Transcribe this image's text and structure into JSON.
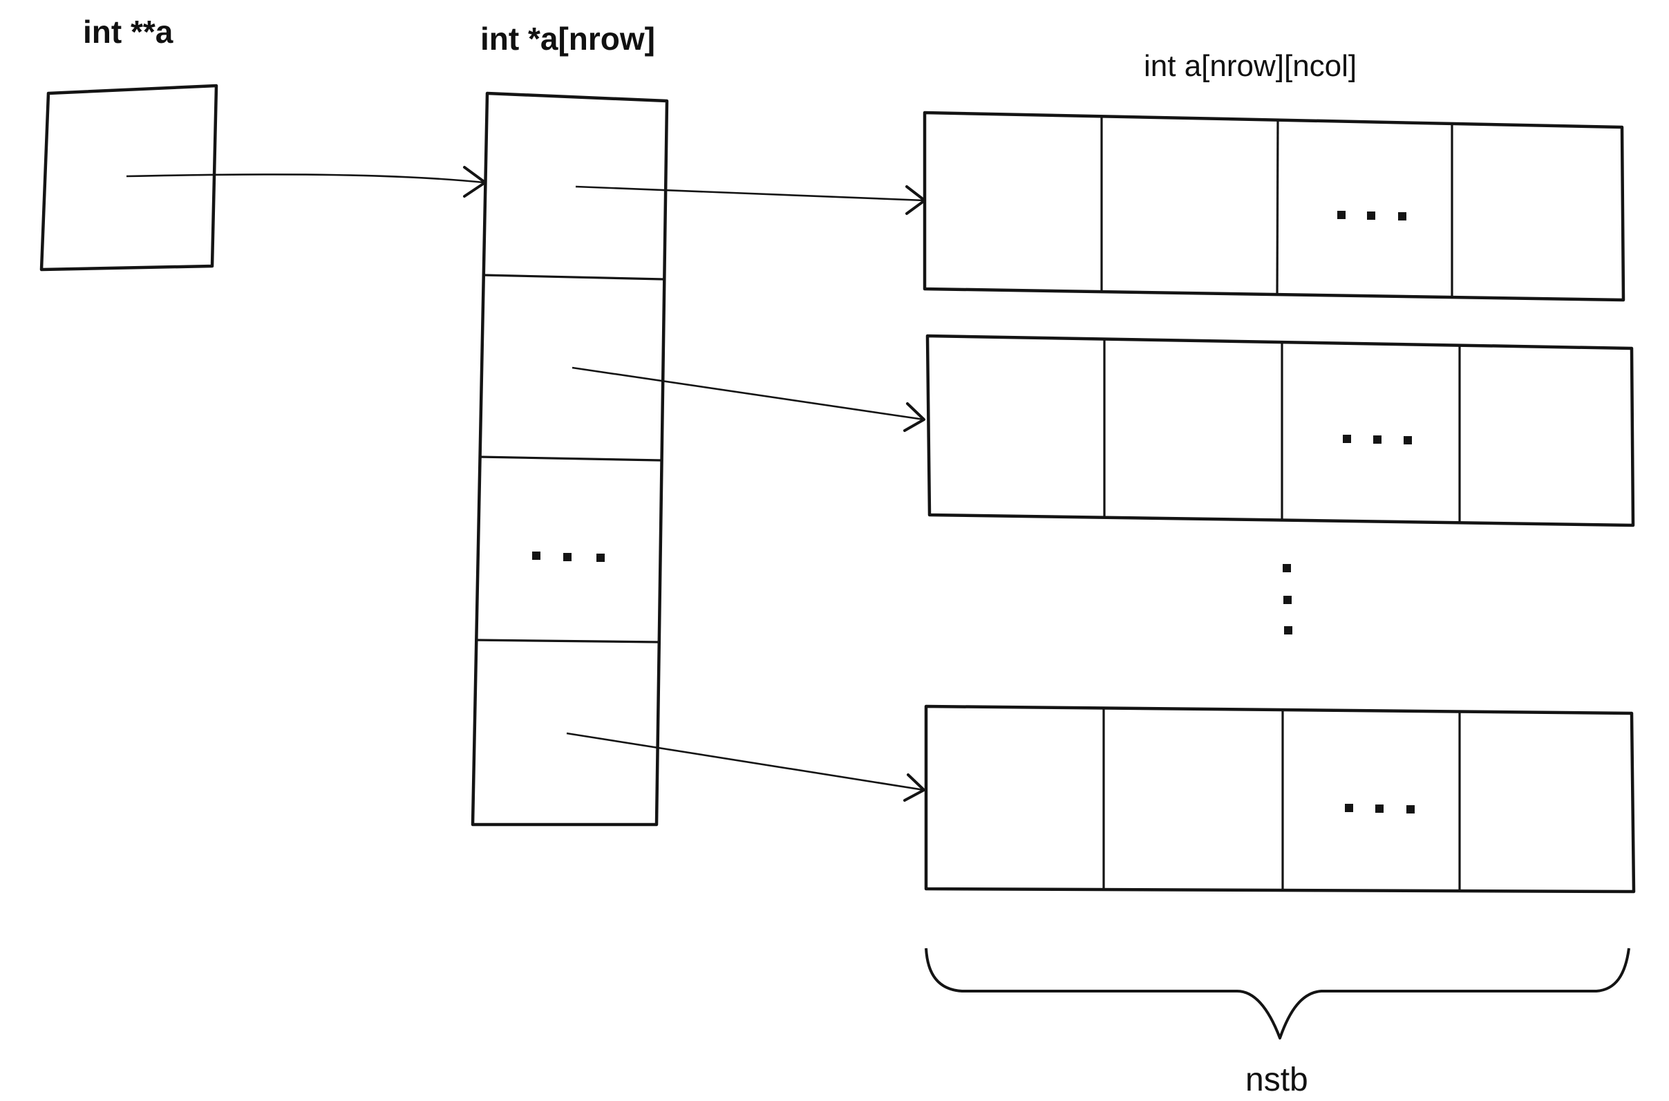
{
  "labels": {
    "double_pointer": "int **a",
    "pointer_array": "int *a[nrow]",
    "row_arrays": "int a[nrow][ncol]",
    "brace_label": "nstb"
  }
}
